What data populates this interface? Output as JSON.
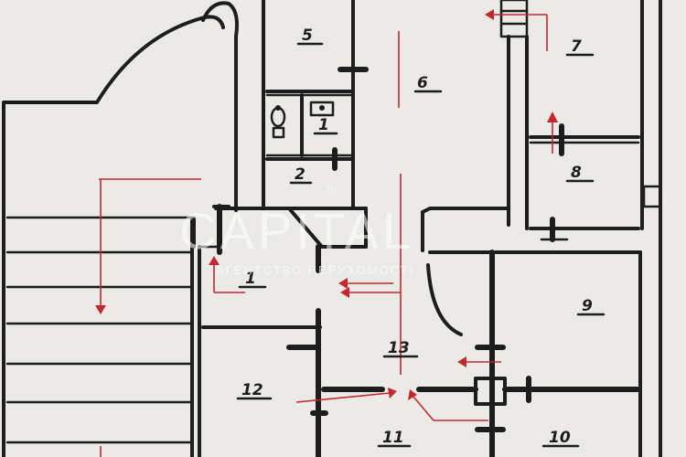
{
  "plan": {
    "rooms": [
      {
        "id": "5",
        "label": "5"
      },
      {
        "id": "6",
        "label": "6"
      },
      {
        "id": "7",
        "label": "7"
      },
      {
        "id": "1a",
        "label": "1"
      },
      {
        "id": "8",
        "label": "8"
      },
      {
        "id": "2",
        "label": "2"
      },
      {
        "id": "1b",
        "label": "1"
      },
      {
        "id": "9",
        "label": "9"
      },
      {
        "id": "13",
        "label": "13"
      },
      {
        "id": "12",
        "label": "12"
      },
      {
        "id": "11",
        "label": "11"
      },
      {
        "id": "10",
        "label": "10"
      }
    ]
  },
  "watermark": {
    "small": "TH",
    "brand": "CAPITAL",
    "tagline": "АГЕНТСТВО НЕРУХОМОСТІ"
  },
  "colors": {
    "paper": "#eceae6",
    "ink": "#1d1d1d",
    "arrow": "#c2282e"
  }
}
